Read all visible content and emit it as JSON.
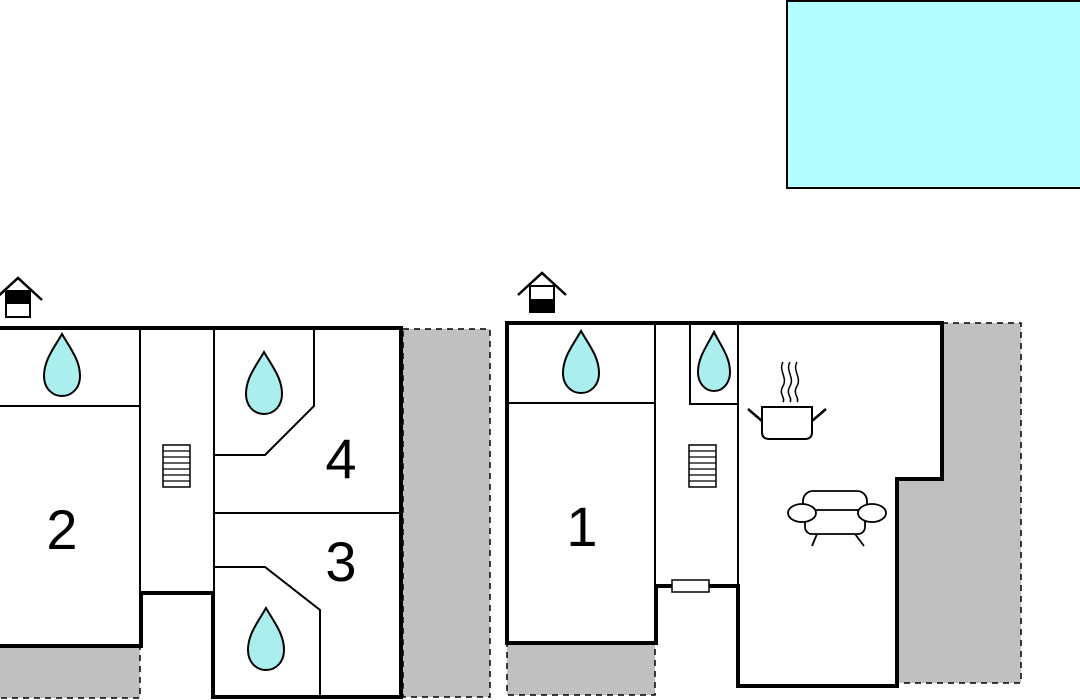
{
  "colors": {
    "pool": "#b3ffff",
    "terrace": "#c0c0c0",
    "water": "#aaeeee",
    "wall": "#000000"
  },
  "rooms": {
    "bedroom_1": "1",
    "bedroom_2": "2",
    "bedroom_3": "3",
    "bedroom_4": "4"
  },
  "icons": [
    "house-entrance-icon",
    "water-drop-icon",
    "stairs-icon",
    "cooking-pot-icon",
    "sofa-icon"
  ]
}
